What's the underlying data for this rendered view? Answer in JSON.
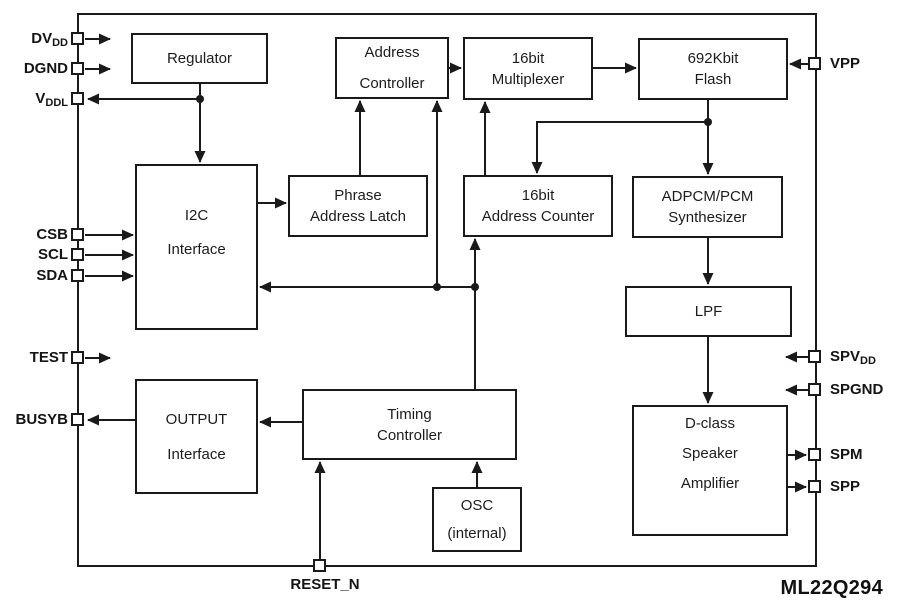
{
  "chip_label": "ML22Q294",
  "blocks": {
    "regulator": {
      "label": [
        "Regulator"
      ]
    },
    "address_controller": {
      "label": [
        "Address",
        "Controller"
      ]
    },
    "multiplexer": {
      "label": [
        "16bit",
        "Multiplexer"
      ]
    },
    "flash": {
      "label": [
        "692Kbit",
        "Flash"
      ]
    },
    "i2c_interface": {
      "label": [
        "I2C",
        "Interface"
      ]
    },
    "phrase_address_latch": {
      "label": [
        "Phrase",
        "Address Latch"
      ]
    },
    "address_counter": {
      "label": [
        "16bit",
        "Address Counter"
      ]
    },
    "adpcm_synthesizer": {
      "label": [
        "ADPCM/PCM",
        "Synthesizer"
      ]
    },
    "lpf": {
      "label": [
        "LPF"
      ]
    },
    "output_interface": {
      "label": [
        "OUTPUT",
        "Interface"
      ]
    },
    "timing_controller": {
      "label": [
        "Timing",
        "Controller"
      ]
    },
    "osc": {
      "label": [
        "OSC",
        "(internal)"
      ]
    },
    "dclass_amplifier": {
      "label": [
        "D-class",
        "Speaker",
        "Amplifier"
      ]
    }
  },
  "pins": {
    "dvdd": {
      "main": "DV",
      "sub": "DD"
    },
    "dgnd": {
      "main": "DGND",
      "sub": ""
    },
    "vddl": {
      "main": "V",
      "sub": "DDL"
    },
    "csb": {
      "main": "CSB",
      "sub": ""
    },
    "scl": {
      "main": "SCL",
      "sub": ""
    },
    "sda": {
      "main": "SDA",
      "sub": ""
    },
    "test": {
      "main": "TEST",
      "sub": ""
    },
    "busyb": {
      "main": "BUSYB",
      "sub": ""
    },
    "vpp": {
      "main": "VPP",
      "sub": ""
    },
    "spvdd": {
      "main": "SPV",
      "sub": "DD"
    },
    "spgnd": {
      "main": "SPGND",
      "sub": ""
    },
    "spm": {
      "main": "SPM",
      "sub": ""
    },
    "spp": {
      "main": "SPP",
      "sub": ""
    },
    "reset_n": {
      "main": "RESET_N",
      "sub": ""
    }
  },
  "colors": {
    "line": "#1a1a1a",
    "background": "#ffffff"
  }
}
